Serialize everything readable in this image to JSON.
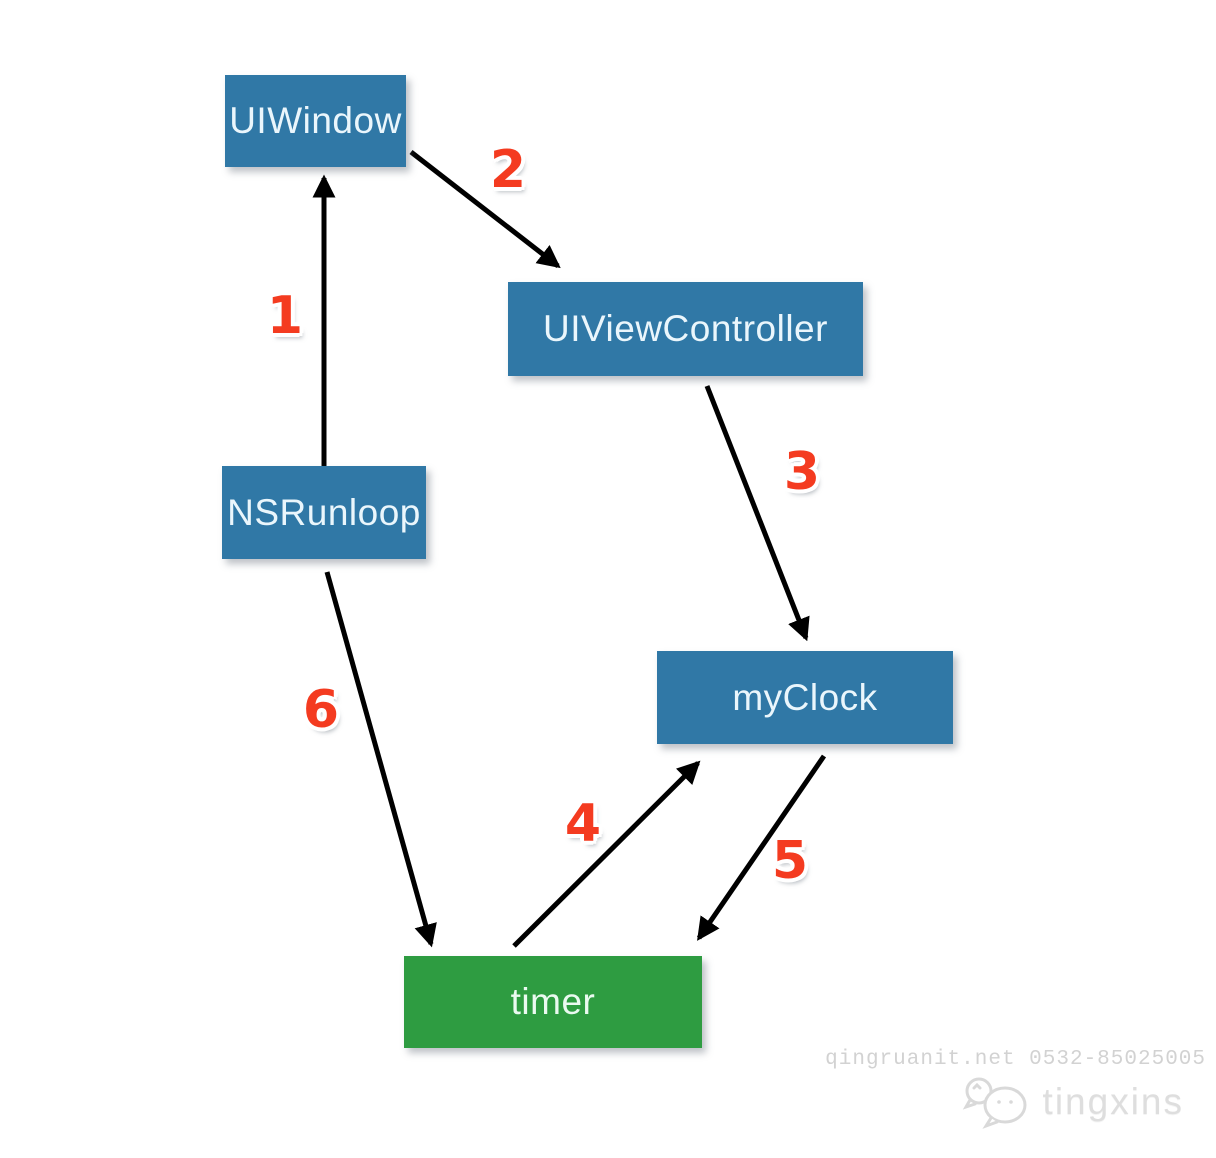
{
  "diagram": {
    "nodes": {
      "uiwindow": {
        "label": "UIWindow",
        "color": "#3078a6"
      },
      "uiviewcontroller": {
        "label": "UIViewController",
        "color": "#3078a6"
      },
      "nsrunloop": {
        "label": "NSRunloop",
        "color": "#3078a6"
      },
      "myclock": {
        "label": "myClock",
        "color": "#3078a6"
      },
      "timer": {
        "label": "timer",
        "color": "#2e9c41"
      }
    },
    "edges": [
      {
        "step": "1",
        "from": "NSRunloop",
        "to": "UIWindow"
      },
      {
        "step": "2",
        "from": "UIWindow",
        "to": "UIViewController"
      },
      {
        "step": "3",
        "from": "UIViewController",
        "to": "myClock"
      },
      {
        "step": "4",
        "from": "timer",
        "to": "myClock"
      },
      {
        "step": "5",
        "from": "myClock",
        "to": "timer"
      },
      {
        "step": "6",
        "from": "NSRunloop",
        "to": "timer"
      }
    ],
    "colors": {
      "node_blue": "#3078a6",
      "node_green": "#2e9c41",
      "step_red": "#f43b20",
      "arrow_black": "#000000",
      "watermark_gray": "#d2d2d2"
    }
  },
  "watermark": {
    "contact": "qingruanit.net 0532-85025005",
    "brand": "tingxins"
  }
}
